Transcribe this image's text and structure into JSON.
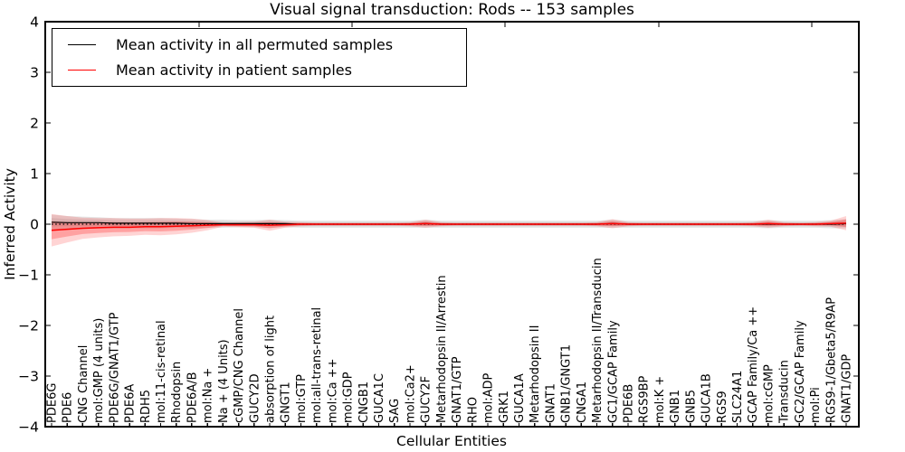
{
  "title": "Visual signal transduction: Rods -- 153 samples",
  "legend": {
    "items": [
      {
        "label": "Mean activity in all permuted samples",
        "color": "#000000"
      },
      {
        "label": "Mean activity in patient samples",
        "color": "#ff0000"
      }
    ]
  },
  "chart_data": {
    "type": "line",
    "title": "Visual signal transduction: Rods -- 153 samples",
    "xlabel": "Cellular Entities",
    "ylabel": "Inferred Activity",
    "ylim": [
      -4,
      4
    ],
    "yticks": [
      4,
      3,
      2,
      1,
      0,
      -1,
      -2,
      -3,
      -4
    ],
    "grid": false,
    "legend_position": "upper left",
    "x_tick_rotation": 90,
    "zero_line": true,
    "categories": [
      "PDE6G",
      "PDE6",
      "CNG Channel",
      "mol:GMP (4 units)",
      "PDE6G/GNAT1/GTP",
      "PDE6A",
      "RDH5",
      "mol:11-cis-retinal",
      "Rhodopsin",
      "PDE6A/B",
      "mol:Na +",
      "Na + (4 Units)",
      "cGMP/CNG Channel",
      "GUCY2D",
      "absorption of light",
      "GNGT1",
      "mol:GTP",
      "mol:all-trans-retinal",
      "mol:Ca ++",
      "mol:GDP",
      "CNGB1",
      "GUCA1C",
      "SAG",
      "mol:Ca2+",
      "GUCY2F",
      "Metarhodopsin II/Arrestin",
      "GNAT1/GTP",
      "RHO",
      "mol:ADP",
      "GRK1",
      "GUCA1A",
      "Metarhodopsin II",
      "GNAT1",
      "GNB1/GNGT1",
      "CNGA1",
      "Metarhodopsin II/Transducin",
      "GC1/GCAP Family",
      "PDE6B",
      "RGS9BP",
      "mol:K +",
      "GNB1",
      "GNB5",
      "GUCA1B",
      "RGS9",
      "SLC24A1",
      "GCAP Family/Ca ++",
      "mol:cGMP",
      "Transducin",
      "GC2/GCAP Family",
      "mol:Pi",
      "RGS9-1/Gbeta5/R9AP",
      "GNAT1/GDP"
    ],
    "series": [
      {
        "name": "Mean activity in all permuted samples",
        "color": "#000000",
        "band_color": "#000000",
        "values": [
          0.04,
          0.03,
          0.03,
          0.03,
          0.02,
          0.02,
          0.02,
          0.02,
          0.02,
          0.01,
          0.01,
          0.01,
          0.01,
          0.01,
          0.01,
          0.01,
          0,
          0,
          0,
          0,
          0,
          0,
          0,
          0,
          0.01,
          0,
          0,
          0,
          0,
          0,
          0,
          0,
          0,
          0,
          0,
          0,
          0.01,
          0,
          0,
          0,
          0,
          0,
          0,
          0,
          0,
          0,
          0,
          0,
          0,
          0,
          0,
          0.01
        ],
        "band_halfwidth": [
          0.15,
          0.13,
          0.12,
          0.11,
          0.1,
          0.1,
          0.1,
          0.1,
          0.09,
          0.09,
          0.08,
          0.08,
          0.07,
          0.07,
          0.08,
          0.07,
          0.07,
          0.07,
          0.07,
          0.07,
          0.07,
          0.07,
          0.07,
          0.07,
          0.08,
          0.07,
          0.07,
          0.07,
          0.07,
          0.07,
          0.07,
          0.07,
          0.07,
          0.07,
          0.07,
          0.07,
          0.08,
          0.07,
          0.07,
          0.07,
          0.07,
          0.07,
          0.07,
          0.07,
          0.07,
          0.07,
          0.08,
          0.07,
          0.07,
          0.07,
          0.08,
          0.09
        ]
      },
      {
        "name": "Mean activity in patient samples",
        "color": "#ff0000",
        "band_color": "#ff0000",
        "values": [
          -0.12,
          -0.1,
          -0.08,
          -0.07,
          -0.06,
          -0.06,
          -0.05,
          -0.05,
          -0.04,
          -0.03,
          -0.02,
          -0.01,
          -0.01,
          -0.01,
          -0.02,
          -0.01,
          0,
          0,
          0,
          0,
          0,
          0,
          0,
          0,
          0.01,
          0,
          0,
          0,
          0,
          0,
          0,
          0,
          0,
          0,
          0,
          0,
          0.01,
          0,
          0,
          0,
          0,
          0,
          0,
          0,
          0,
          0,
          0.01,
          0,
          0,
          0,
          0.01,
          0.02
        ],
        "band_halfwidth": [
          0.32,
          0.26,
          0.21,
          0.19,
          0.18,
          0.17,
          0.16,
          0.17,
          0.16,
          0.14,
          0.1,
          0.04,
          0.05,
          0.06,
          0.11,
          0.06,
          0.04,
          0.03,
          0.03,
          0.03,
          0.03,
          0.03,
          0.03,
          0.04,
          0.08,
          0.04,
          0.03,
          0.03,
          0.03,
          0.03,
          0.03,
          0.03,
          0.03,
          0.03,
          0.03,
          0.04,
          0.09,
          0.04,
          0.03,
          0.03,
          0.03,
          0.03,
          0.03,
          0.03,
          0.03,
          0.04,
          0.08,
          0.04,
          0.03,
          0.04,
          0.06,
          0.14
        ]
      }
    ]
  }
}
